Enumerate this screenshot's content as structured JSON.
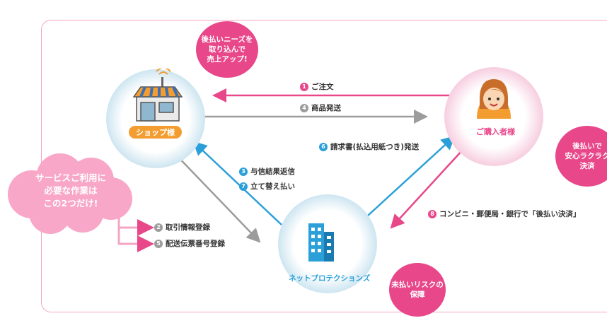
{
  "nodes": {
    "shop": "ショップ様",
    "buyer": "ご購入者様",
    "np": "ネットプロテクションズ"
  },
  "bubbles": {
    "shop": "後払いニーズを\n取り込んで\n売上アップ!",
    "buyer": "後払いで\n安心ラクラク\n決済",
    "np": "未払いリスクの\n保障"
  },
  "cloud": "サービスご利用に\n必要な作業は\nこの2つだけ!",
  "steps": {
    "s1": {
      "num": "1",
      "label": "ご注文"
    },
    "s4": {
      "num": "4",
      "label": "商品発送"
    },
    "s6": {
      "num": "6",
      "label": "請求書(払込用紙つき)発送"
    },
    "s3": {
      "num": "3",
      "label": "与信結果返信"
    },
    "s7": {
      "num": "7",
      "label": "立て替え払い"
    },
    "s8": {
      "num": "8",
      "label": "コンビニ・郵便局・銀行で「後払い決済」"
    },
    "s2": {
      "num": "2",
      "label": "取引情報登録"
    },
    "s5": {
      "num": "5",
      "label": "配送伝票番号登録"
    }
  },
  "colors": {
    "pink": "#e8478a",
    "gray": "#9c9c9c",
    "blue": "#2ba0d8",
    "frame": "#f3a6c4"
  },
  "icons": [
    "shop-icon",
    "wifi-icon",
    "buyer-face-icon",
    "building-icon"
  ]
}
